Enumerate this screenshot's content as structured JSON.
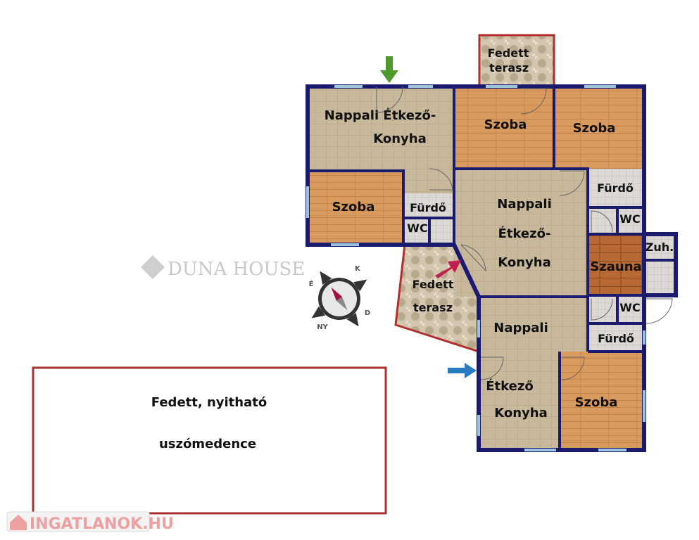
{
  "rooms": {
    "nappali1_a": "Nappali Étkező-",
    "nappali1_b": "Konyha",
    "szoba1": "Szoba",
    "furdo1": "Fürdő",
    "wc1": "WC",
    "szoba2": "Szoba",
    "szoba3": "Szoba",
    "terasz_top_a": "Fedett",
    "terasz_top_b": "terasz",
    "nappali2_a": "Nappali",
    "nappali2_b": "Étkező-",
    "nappali2_c": "Konyha",
    "furdo2": "Fürdő",
    "wc2": "WC",
    "zuh": "Zuh.",
    "szauna": "Szauna",
    "wc3": "WC",
    "furdo3": "Fürdő",
    "terasz_mid_a": "Fedett",
    "terasz_mid_b": "terasz",
    "nappali3_a": "Nappali",
    "nappali3_b": "Étkező",
    "nappali3_c": "Konyha",
    "szoba4": "Szoba"
  },
  "pool": {
    "line1": "Fedett, nyitható",
    "line2": "uszómedence"
  },
  "compass": {
    "n": "É",
    "e": "K",
    "s": "D",
    "w": "NY"
  },
  "watermark": "DUNA HOUSE",
  "logo": "INGATLANOK.HU",
  "colors": {
    "wall": "#1a1a6e",
    "terrace_border": "#b03030",
    "wood": "#d9955a",
    "tile": "#c9b79a",
    "pool_border": "#a83232"
  }
}
